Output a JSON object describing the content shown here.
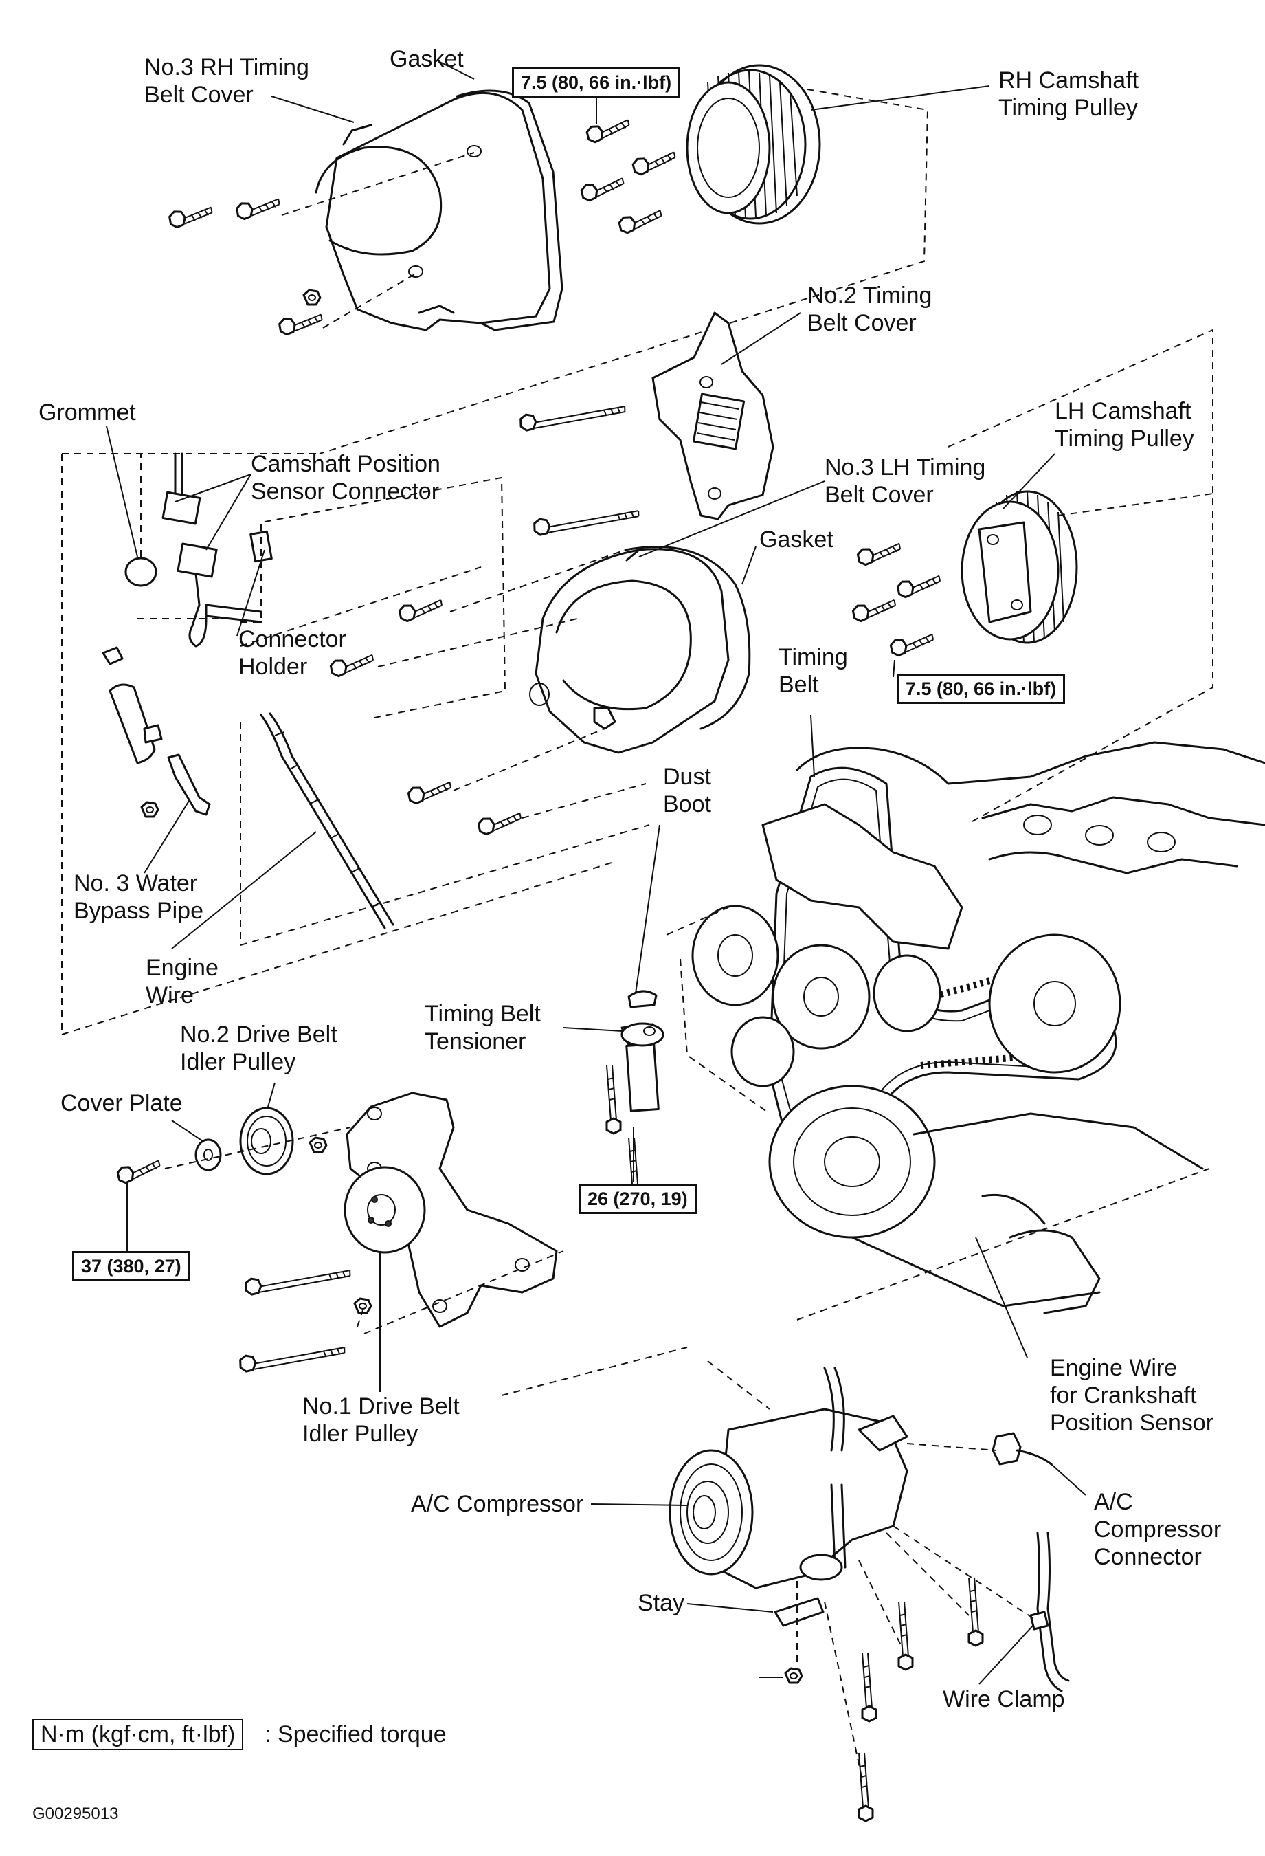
{
  "labels": {
    "no3_rh_cover": "No.3 RH Timing\nBelt Cover",
    "gasket_top": "Gasket",
    "rh_pulley": "RH Camshaft\nTiming Pulley",
    "no2_cover": "No.2 Timing\nBelt Cover",
    "grommet": "Grommet",
    "cam_sensor_conn": "Camshaft Position\nSensor Connector",
    "no3_lh_cover": "No.3 LH Timing\nBelt Cover",
    "lh_pulley": "LH Camshaft\nTiming Pulley",
    "gasket_mid": "Gasket",
    "connector_holder": "Connector\nHolder",
    "timing_belt": "Timing\nBelt",
    "dust_boot": "Dust\nBoot",
    "water_bypass": "No. 3 Water\nBypass Pipe",
    "engine_wire": "Engine\nWire",
    "tensioner": "Timing Belt\nTensioner",
    "no2_idler": "No.2 Drive Belt\nIdler Pulley",
    "cover_plate": "Cover Plate",
    "no1_idler": "No.1 Drive Belt\nIdler Pulley",
    "crank_wire": "Engine Wire\nfor Crankshaft\nPosition Sensor",
    "ac_compressor": "A/C Compressor",
    "ac_connector": "A/C\nCompressor\nConnector",
    "stay": "Stay",
    "wire_clamp": "Wire Clamp"
  },
  "torque": {
    "rh_pulley": "7.5 (80, 66 in.·lbf)",
    "lh_pulley": "7.5 (80, 66 in.·lbf)",
    "tensioner": "26 (270, 19)",
    "idler": "37 (380, 27)"
  },
  "legend": {
    "box": "N·m (kgf·cm, ft·lbf)",
    "text": ": Specified torque"
  },
  "figure_code": "G00295013"
}
